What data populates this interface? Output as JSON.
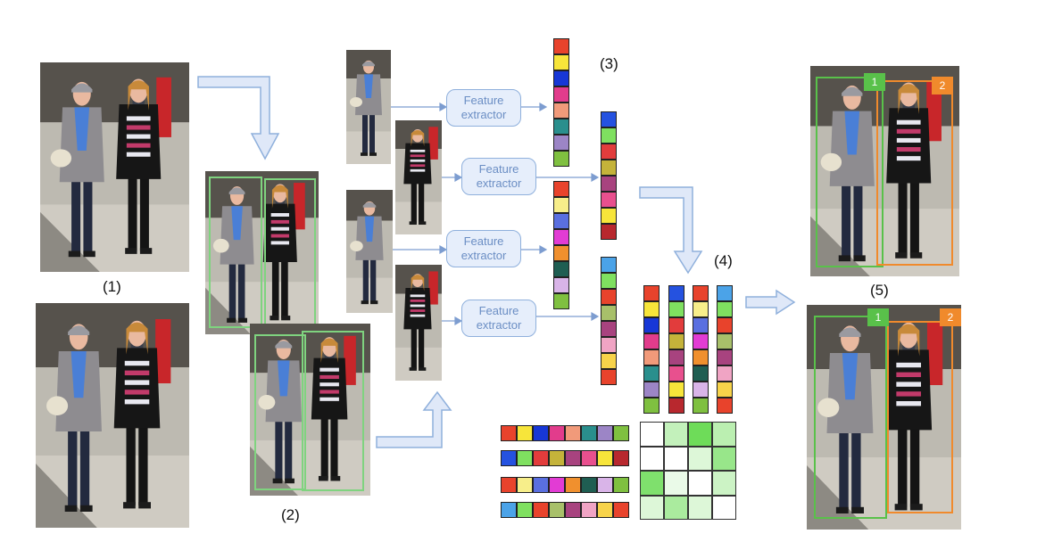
{
  "steps": {
    "s1": "(1)",
    "s2": "(2)",
    "s3": "(3)",
    "s4": "(4)",
    "s5": "(5)"
  },
  "feature_extractor": {
    "line1": "Feature",
    "line2": "extractor"
  },
  "ids": {
    "id1": "1",
    "id2": "2"
  },
  "colors": {
    "arrow_fill": "#dfe8f8",
    "arrow_stroke": "#8fb0dc",
    "box_green": "#7fd37f",
    "track_green": "#59c14a",
    "track_orange": "#f08a2c",
    "line": "#7d9dd0"
  },
  "vectors": {
    "v1": [
      "#e8432c",
      "#f7e53a",
      "#1737d6",
      "#e23c8c",
      "#f19a7a",
      "#2a8f8d",
      "#9c85c6",
      "#7fc040"
    ],
    "v2": [
      "#2552e0",
      "#7fe060",
      "#e23c3c",
      "#c4b33a",
      "#a8437f",
      "#e8508e",
      "#f7e53a",
      "#b8282e"
    ],
    "v3": [
      "#e8432c",
      "#f7ee8a",
      "#5a6fe0",
      "#e23cd4",
      "#f0902e",
      "#1f5e52",
      "#d9b4e8",
      "#7fc040"
    ],
    "v4": [
      "#4ba3e8",
      "#7fe060",
      "#e8432c",
      "#a8c06a",
      "#a8437f",
      "#f0a4c4",
      "#f7d34a",
      "#e8432c"
    ]
  },
  "similarity": [
    [
      0.0,
      0.35,
      0.85,
      0.4
    ],
    [
      0.0,
      0.0,
      0.2,
      0.6
    ],
    [
      0.75,
      0.12,
      0.0,
      0.3
    ],
    [
      0.2,
      0.5,
      0.2,
      0.0
    ]
  ]
}
